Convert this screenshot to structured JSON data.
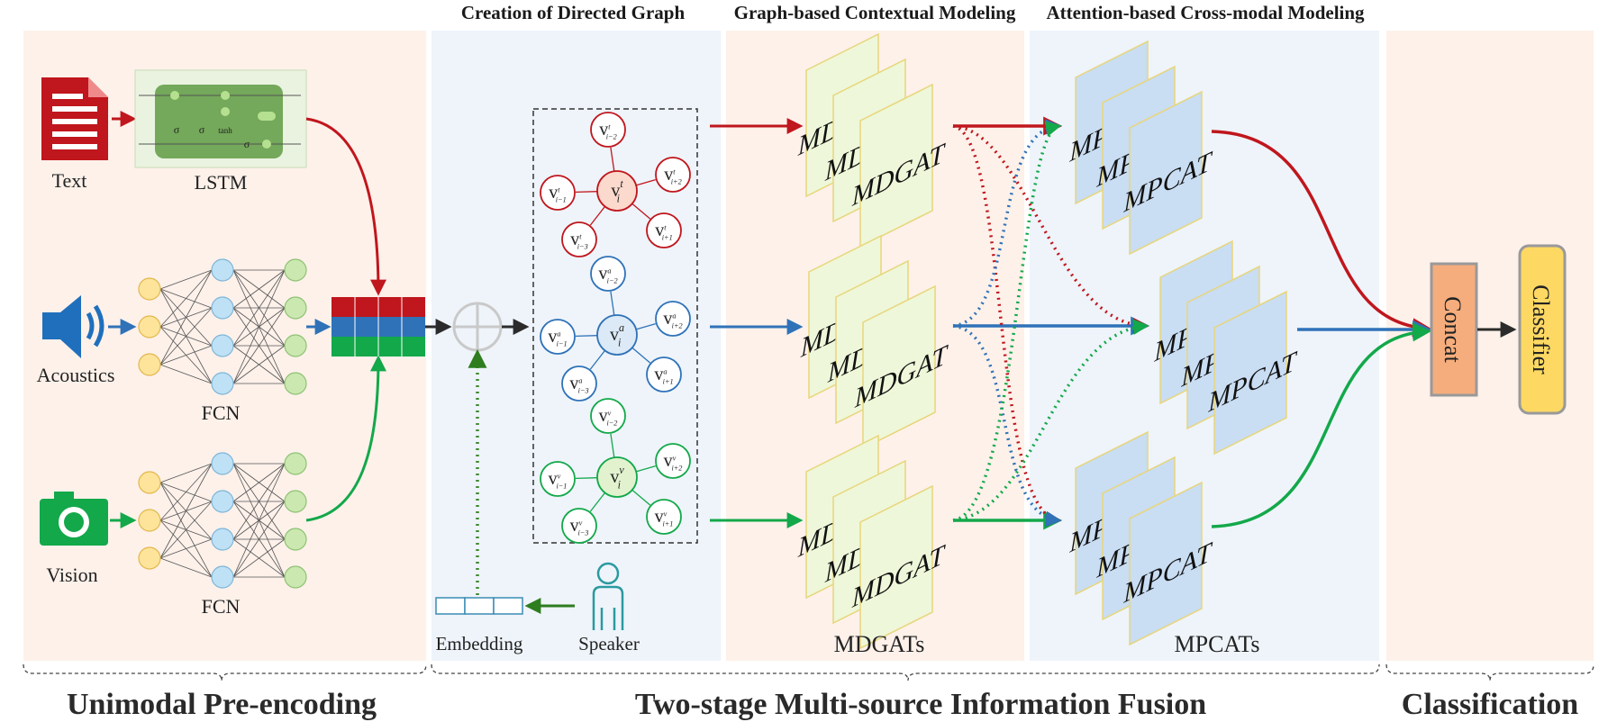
{
  "panel_titles": {
    "graph": "Creation of Directed Graph",
    "contextual": "Graph-based Contextual Modeling",
    "cross_modal": "Attention-based Cross-modal Modeling"
  },
  "modalities": {
    "text": "Text",
    "acoustics": "Acoustics",
    "vision": "Vision"
  },
  "encoders": {
    "lstm": "LSTM",
    "fcn": "FCN"
  },
  "lstm_gates": {
    "sigma": "σ",
    "tanh": "tanh"
  },
  "graph_nodes": {
    "base": "v",
    "text_sup": "t",
    "acoustic_sup": "a",
    "vision_sup": "v",
    "center_sub": "i",
    "im2": "i−2",
    "ip2": "i+2",
    "im1": "i−1",
    "ip1": "i+1",
    "im3": "i−3"
  },
  "embedding": "Embedding",
  "speaker": "Speaker",
  "cards": {
    "mdgat": "MDGAT",
    "mpcat": "MPCAT"
  },
  "group_labels": {
    "mdgats": "MDGATs",
    "mpcats": "MPCATs"
  },
  "outputs": {
    "concat": "Concat",
    "classifier": "Classifier"
  },
  "sections": {
    "unimodal": "Unimodal Pre-encoding",
    "fusion": "Two-stage Multi-source Information Fusion",
    "classification": "Classification"
  },
  "colors": {
    "text_red": "#c0161d",
    "acoustic_blue": "#2f72b8",
    "vision_green": "#13a84a",
    "panel_peach": "#fdf1ea",
    "panel_blue": "#eef4fa",
    "mdgat_card": "#eef7d9",
    "mpcat_card": "#c9ddf3",
    "concat": "#f5ad7d",
    "classifier": "#fdd963",
    "lstm_green": "#74a85a"
  }
}
